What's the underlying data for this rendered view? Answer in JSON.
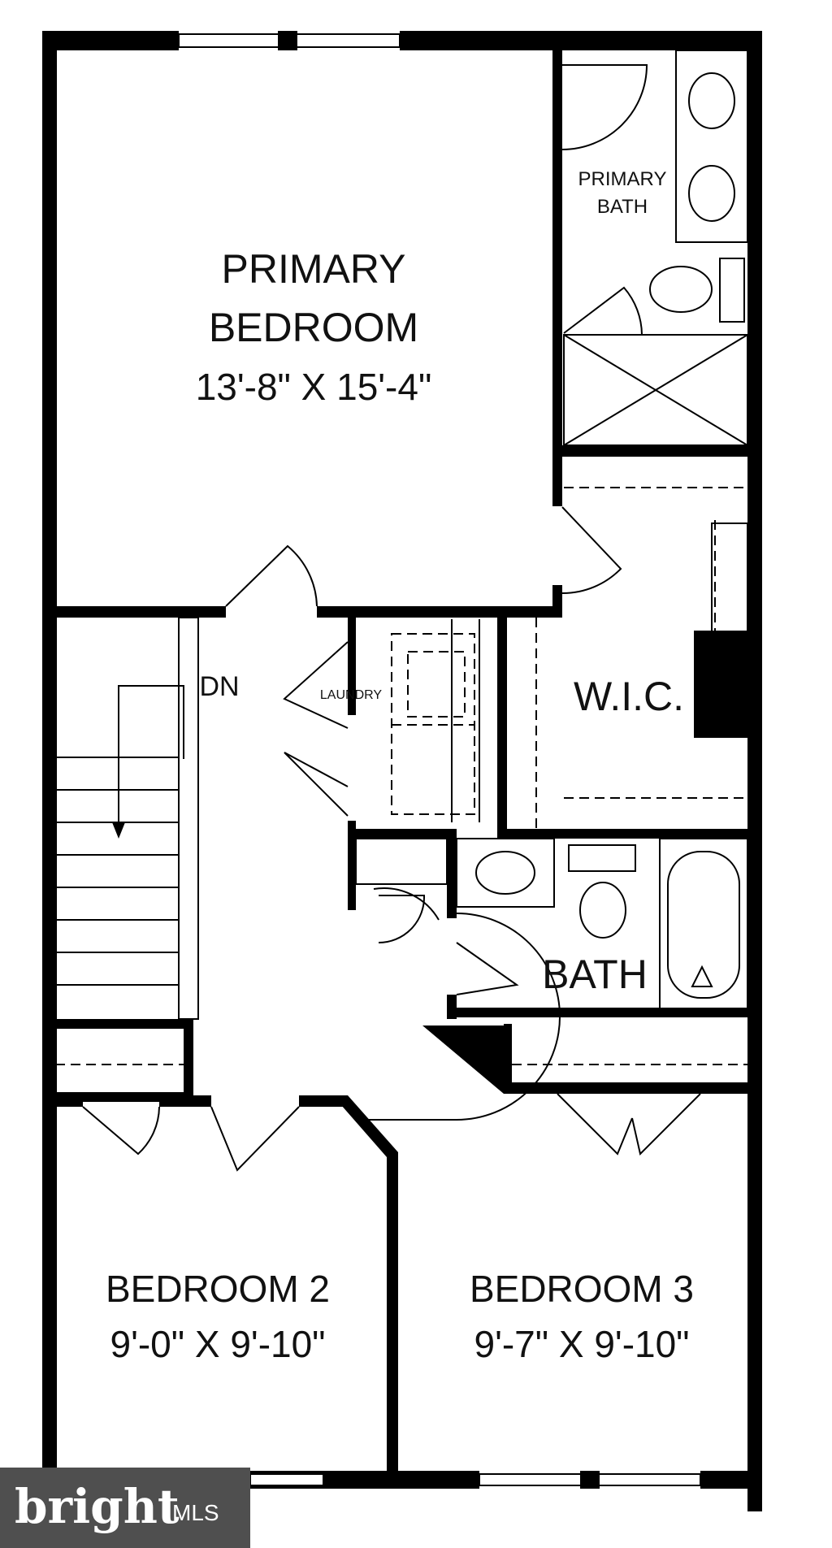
{
  "floorplan": {
    "rooms": {
      "primary_bedroom": {
        "name_line1": "PRIMARY",
        "name_line2": "BEDROOM",
        "dims": "13'-8\" X 15'-4\""
      },
      "primary_bath": {
        "name_line1": "PRIMARY",
        "name_line2": "BATH"
      },
      "wic": {
        "name": "W.I.C."
      },
      "laundry": {
        "name": "LAUNDRY"
      },
      "bath": {
        "name": "BATH"
      },
      "bedroom2": {
        "name": "BEDROOM 2",
        "dims": "9'-0\" X 9'-10\""
      },
      "bedroom3": {
        "name": "BEDROOM 3",
        "dims": "9'-7\" X 9'-10\""
      }
    },
    "stairs": {
      "label": "DN"
    }
  },
  "watermark": {
    "brand": "bright",
    "suffix": "MLS"
  }
}
